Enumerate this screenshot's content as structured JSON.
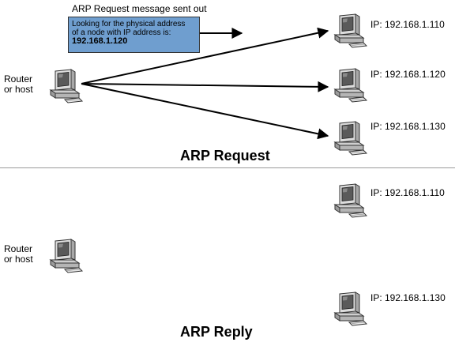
{
  "request": {
    "message_title": "ARP Request message sent out",
    "message_line1": "Looking for the physical address",
    "message_line2": "of a node with IP address is:",
    "message_ip": "192.168.1.120",
    "sender_line1": "Router",
    "sender_line2": "or host",
    "ip1": "IP: 192.168.1.110",
    "ip2": "IP: 192.168.1.120",
    "ip3": "IP: 192.168.1.130",
    "title": "ARP Request"
  },
  "reply": {
    "sender_line1": "Router",
    "sender_line2": "or host",
    "ip1": "IP: 192.168.1.110",
    "ip3": "IP: 192.168.1.130",
    "title": "ARP Reply"
  },
  "colors": {
    "message_box": "#6f9ecf",
    "divider": "#9a9a9a"
  },
  "icons": {
    "computer": "computer-icon"
  }
}
